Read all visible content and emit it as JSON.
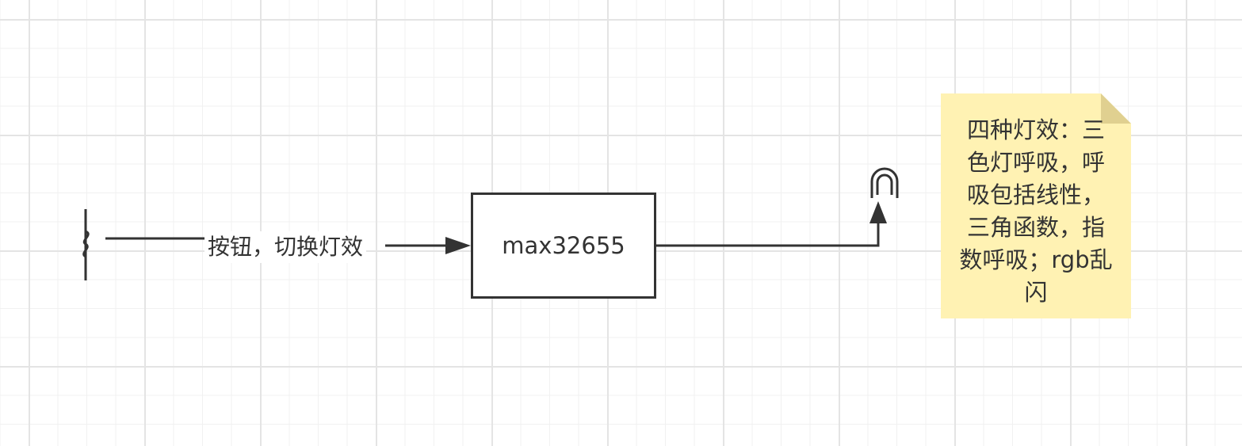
{
  "diagram": {
    "edge_label": "按钮，切换灯效",
    "mcu_label": "max32655",
    "note_text": "四种灯效：三色灯呼吸，呼吸包括线性，三角函数，指数呼吸；rgb乱闪"
  },
  "colors": {
    "stroke": "#333333",
    "note_fill": "#fff2b3",
    "note_fold": "#e0d090",
    "grid_major": "#e4e4e4",
    "grid_minor": "#f1f1f1",
    "background": "#ffffff"
  },
  "icons": {
    "switch": "push-button-switch-icon",
    "led": "led-lamp-icon"
  }
}
